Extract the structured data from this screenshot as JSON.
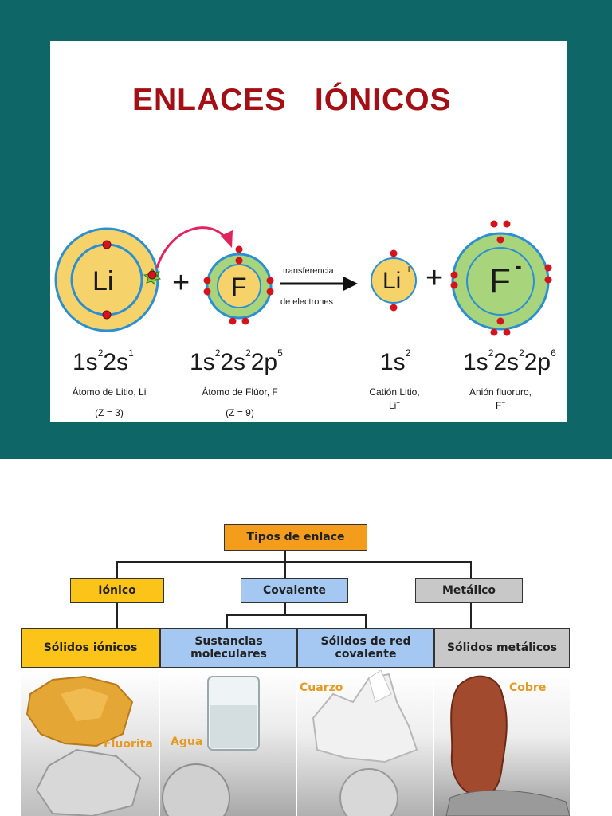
{
  "slide": {
    "title": "ENLACES   IÓNICOS"
  },
  "ionic_diagram": {
    "atoms": [
      {
        "symbol": "Li",
        "config": [
          "1s",
          "2",
          "2s",
          "1"
        ],
        "caption": "Átomo de Litio, Li",
        "z": "(Z = 3)"
      },
      {
        "symbol": "F",
        "config": [
          "1s",
          "2",
          "2s",
          "2",
          "2p",
          "5"
        ],
        "caption": "Átomo de Flúor, F",
        "z": "(Z = 9)"
      },
      {
        "symbol": "Li",
        "charge": "+",
        "config": [
          "1s",
          "2"
        ],
        "caption": "Catión Litio,",
        "caption2": "Li",
        "caption2_sup": "+"
      },
      {
        "symbol": "F",
        "charge": "-",
        "config": [
          "1s",
          "2",
          "2s",
          "2",
          "2p",
          "6"
        ],
        "caption": "Anión fluoruro,",
        "caption2": "F",
        "caption2_sup": "−"
      }
    ],
    "plus": "+",
    "arrow_top": "transferencia",
    "arrow_bottom": "de electrones",
    "colors": {
      "outer": "#f6d36a",
      "inner": "#a8d57c",
      "ring": "#2b8fd3",
      "electron": "#d4141c",
      "transfer": "#e0245e"
    }
  },
  "bond_chart": {
    "root": "Tipos de enlace",
    "types": [
      "Iónico",
      "Covalente",
      "Metálico"
    ],
    "solids": [
      "Sólidos iónicos",
      "Sustancias moleculares",
      "Sólidos de red covalente",
      "Sólidos metálicos"
    ],
    "photo_labels": [
      "Fluorita",
      "Agua",
      "Cuarzo",
      "Cobre"
    ]
  }
}
